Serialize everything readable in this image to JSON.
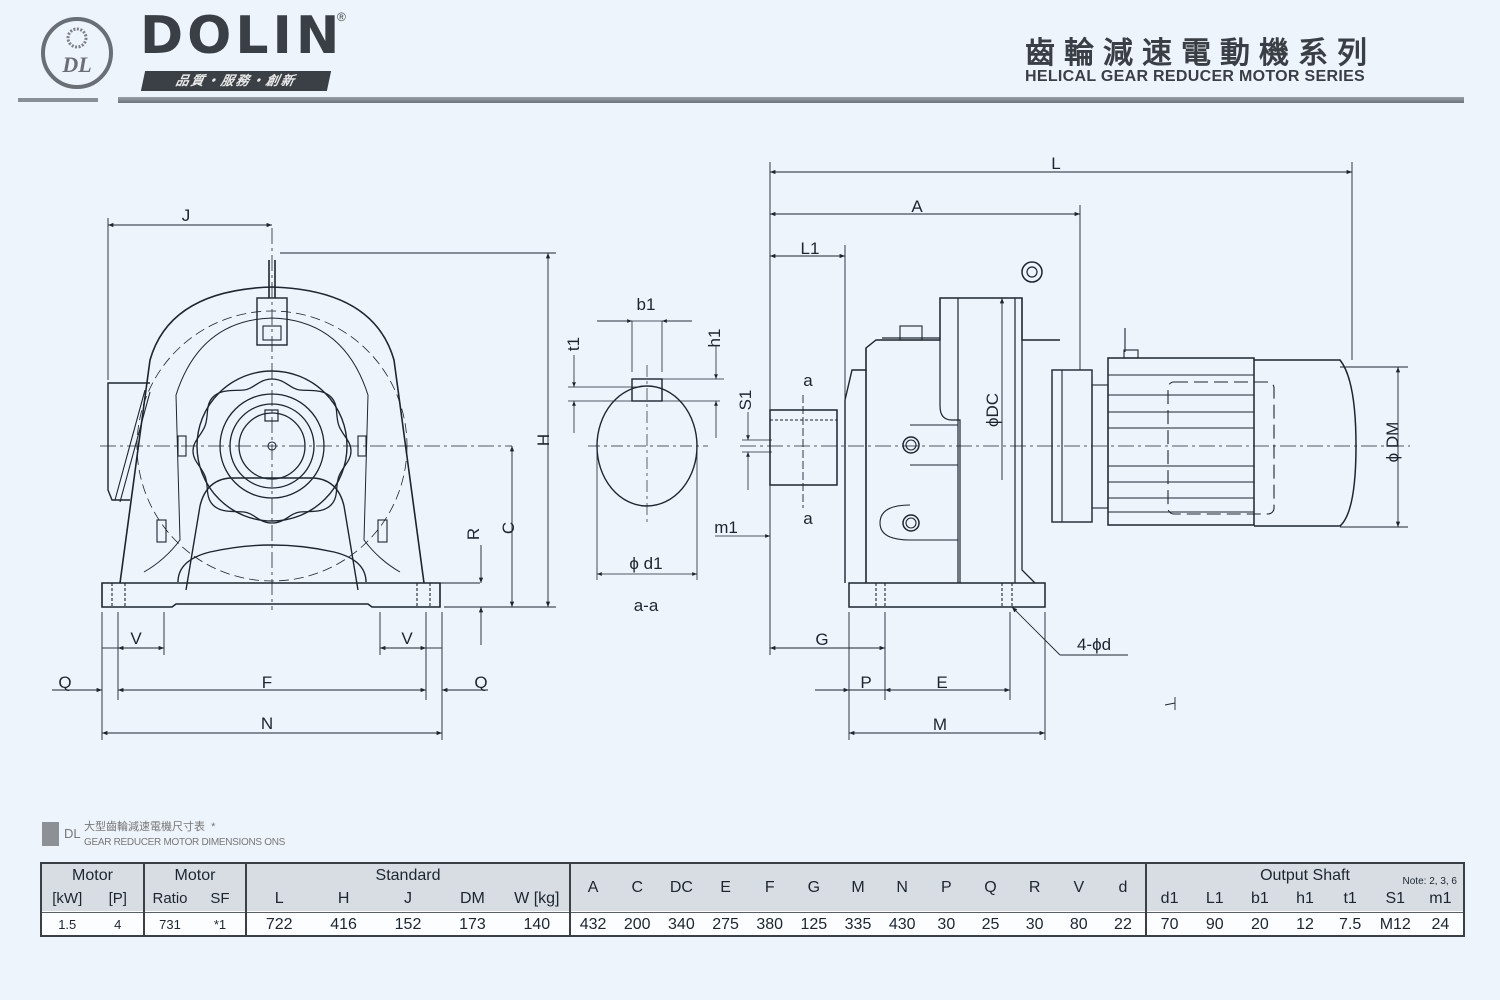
{
  "header": {
    "brand": "DOLIN",
    "registered_mark": "®",
    "emblem_text": "DL",
    "slogan": "品質・服務・創新",
    "title_zh": "齒輪減速電動機系列",
    "title_en": "HELICAL GEAR REDUCER MOTOR SERIES"
  },
  "drawing": {
    "front_view_labels": {
      "J": "J",
      "H": "H",
      "C": "C",
      "R": "R",
      "V_left": "V",
      "V_right": "V",
      "Q_left": "Q",
      "Q_right": "Q",
      "F": "F",
      "N": "N"
    },
    "shaft_section_labels": {
      "b1": "b1",
      "t1": "t1",
      "h1": "h1",
      "S1": "S1",
      "d1": "ϕ d1",
      "section": "a-a",
      "m1": "m1"
    },
    "side_view_labels": {
      "L": "L",
      "A": "A",
      "L1": "L1",
      "DC": "ϕDC",
      "DM": "ϕ DM",
      "a_top": "a",
      "a_bottom": "a",
      "G": "G",
      "P": "P",
      "E": "E",
      "M": "M",
      "holes": "4-ϕd"
    }
  },
  "table_caption": {
    "prefix": "DL",
    "title_zh": "大型齒輪減速電機尺寸表",
    "mark": "*",
    "title_en": "GEAR REDUCER MOTOR DIMENSIONS ONS"
  },
  "table": {
    "motor_group": {
      "title": "Motor",
      "cols": [
        "[kW]",
        "[P]"
      ],
      "values": [
        "1.5",
        "4"
      ]
    },
    "ratio_group": {
      "title": "Motor",
      "cols": [
        "Ratio",
        "SF"
      ],
      "values": [
        "731",
        "*1"
      ]
    },
    "standard_group": {
      "title": "Standard",
      "cols": [
        "L",
        "H",
        "J",
        "DM",
        "W [kg]"
      ],
      "values": [
        "722",
        "416",
        "152",
        "173",
        "140"
      ]
    },
    "dims_group": {
      "cols": [
        "A",
        "C",
        "DC",
        "E",
        "F",
        "G",
        "M",
        "N",
        "P",
        "Q",
        "R",
        "V",
        "d"
      ],
      "values": [
        "432",
        "200",
        "340",
        "275",
        "380",
        "125",
        "335",
        "430",
        "30",
        "25",
        "30",
        "80",
        "22"
      ]
    },
    "shaft_group": {
      "title": "Output Shaft",
      "note": "Note:  2, 3, 6",
      "cols": [
        "d1",
        "L1",
        "b1",
        "h1",
        "t1",
        "S1",
        "m1"
      ],
      "values": [
        "70",
        "90",
        "20",
        "12",
        "7.5",
        "M12",
        "24"
      ]
    }
  }
}
